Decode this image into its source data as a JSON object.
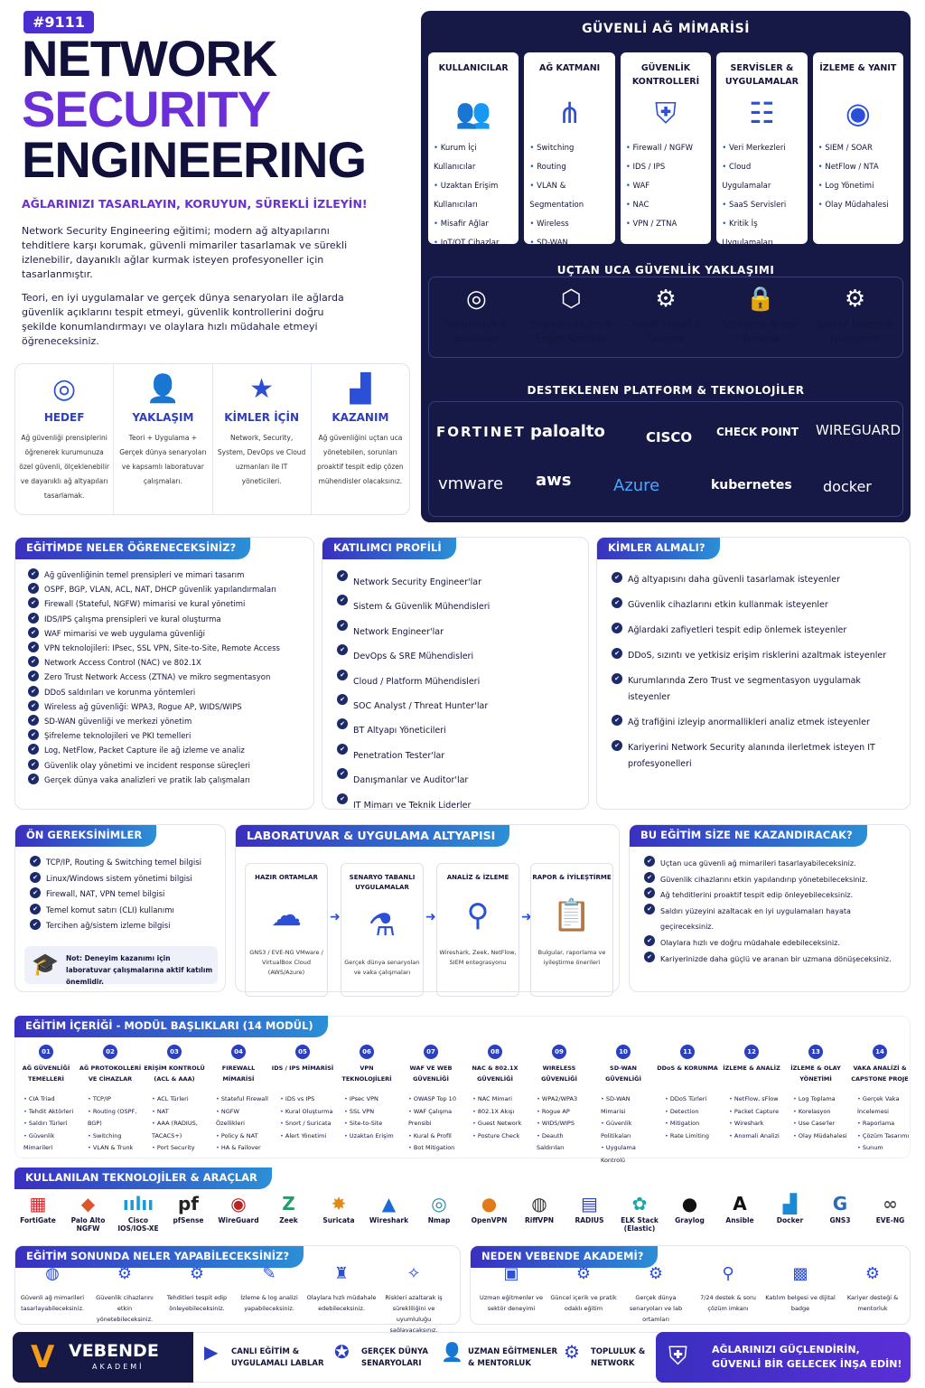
{
  "badge": "#9111",
  "title": {
    "l1": "NETWORK",
    "l2": "SECURITY",
    "l3": "ENGINEERING"
  },
  "tagline": "AĞLARINIZI TASARLAYIN, KORUYUN, SÜREKLİ İZLEYİN!",
  "intro1": "Network Security Engineering eğitimi; modern ağ altyapılarını tehditlere karşı korumak, güvenli mimariler tasarlamak ve sürekli izlenebilir, dayanıklı ağlar kurmak isteyen profesyoneller için tasarlanmıştır.",
  "intro2": "Teori, en iyi uygulamalar ve gerçek dünya senaryoları ile ağlarda güvenlik açıklarını tespit etmeyi, güvenlik kontrollerini doğru şekilde konumlandırmayı ve olaylara hızlı müdahale etmeyi öğreneceksiniz.",
  "goals": [
    {
      "title": "HEDEF",
      "text": "Ağ güvenliği prensiplerini öğrenerek kurumunuza özel güvenli, ölçeklenebilir ve dayanıklı ağ altyapıları tasarlamak."
    },
    {
      "title": "YAKLAŞIM",
      "text": "Teori + Uygulama + Gerçek dünya senaryoları ve kapsamlı laboratuvar çalışmaları."
    },
    {
      "title": "KİMLER İÇİN",
      "text": "Network, Security, System, DevOps ve Cloud uzmanları ile IT yöneticileri."
    },
    {
      "title": "KAZANIM",
      "text": "Ağ güvenliğini uçtan uca yönetebilen, sorunları proaktif tespit edip çözen mühendisler olacaksınız."
    }
  ],
  "arch": {
    "title": "GÜVENLİ AĞ MİMARİSİ",
    "cols": [
      {
        "title": "KULLANICILAR",
        "items": [
          "Kurum İçi Kullanıcılar",
          "Uzaktan Erişim Kullanıcıları",
          "Misafir Ağlar",
          "IoT/OT Cihazlar"
        ]
      },
      {
        "title": "AĞ KATMANI",
        "items": [
          "Switching",
          "Routing",
          "VLAN & Segmentation",
          "Wireless",
          "SD-WAN"
        ]
      },
      {
        "title": "GÜVENLİK KONTROLLERİ",
        "items": [
          "Firewall / NGFW",
          "IDS / IPS",
          "WAF",
          "NAC",
          "VPN / ZTNA"
        ]
      },
      {
        "title": "SERVİSLER & UYGULAMALAR",
        "items": [
          "Veri Merkezleri",
          "Cloud Uygulamalar",
          "SaaS Servisleri",
          "Kritik İş Uygulamaları"
        ]
      },
      {
        "title": "İZLEME & YANIT",
        "items": [
          "SIEM / SOAR",
          "NetFlow / NTA",
          "Log Yönetimi",
          "Olay Müdahalesi"
        ]
      }
    ]
  },
  "e2e": {
    "title": "UÇTAN UCA GÜVENLİK YAKLAŞIMI",
    "items": [
      "Görünürlük & Envanter",
      "Segmentasyon & Erişim Kontrolü",
      "Tehdit Tespiti & Önleme",
      "Şifreleme & Veri Koruma",
      "Sürekli İzleme & İyileştirme"
    ]
  },
  "platforms": {
    "title": "DESTEKLENEN PLATFORM & TEKNOLOJİLER",
    "logos": [
      "FORTINET",
      "paloalto",
      "CISCO",
      "CHECK POINT",
      "WIREGUARD",
      "vmware",
      "aws",
      "Azure",
      "kubernetes",
      "docker"
    ]
  },
  "learn": {
    "title": "EĞİTİMDE NELER ÖĞRENECEKSİNİZ?",
    "items": [
      "Ağ güvenliğinin temel prensipleri ve mimari tasarım",
      "OSPF, BGP, VLAN, ACL, NAT, DHCP güvenlik yapılandırmaları",
      "Firewall (Stateful, NGFW) mimarisi ve kural yönetimi",
      "IDS/IPS çalışma prensipleri ve kural oluşturma",
      "WAF mimarisi ve web uygulama güvenliği",
      "VPN teknolojileri: IPsec, SSL VPN, Site-to-Site, Remote Access",
      "Network Access Control (NAC) ve 802.1X",
      "Zero Trust Network Access (ZTNA) ve mikro segmentasyon",
      "DDoS saldırıları ve korunma yöntemleri",
      "Wireless ağ güvenliği: WPA3, Rogue AP, WIDS/WIPS",
      "SD-WAN güvenliği ve merkezi yönetim",
      "Şifreleme teknolojileri ve PKI temelleri",
      "Log, NetFlow, Packet Capture ile ağ izleme ve analiz",
      "Güvenlik olay yönetimi ve incident response süreçleri",
      "Gerçek dünya vaka analizleri ve pratik lab çalışmaları"
    ]
  },
  "profile": {
    "title": "KATILIMCI PROFİLİ",
    "items": [
      "Network Security Engineer'lar",
      "Sistem & Güvenlik Mühendisleri",
      "Network Engineer'lar",
      "DevOps & SRE Mühendisleri",
      "Cloud / Platform Mühendisleri",
      "SOC Analyst / Threat Hunter'lar",
      "BT Altyapı Yöneticileri",
      "Penetration Tester'lar",
      "Danışmanlar ve Auditor'lar",
      "IT Mimarı ve Teknik Liderler"
    ]
  },
  "who": {
    "title": "KİMLER ALMALI?",
    "items": [
      "Ağ altyapısını daha güvenli tasarlamak isteyenler",
      "Güvenlik cihazlarını etkin kullanmak isteyenler",
      "Ağlardaki zafiyetleri tespit edip önlemek isteyenler",
      "DDoS, sızıntı ve yetkisiz erişim risklerini azaltmak isteyenler",
      "Kurumlarında Zero Trust ve segmentasyon uygulamak isteyenler",
      "Ağ trafiğini izleyip anormallikleri analiz etmek isteyenler",
      "Kariyerini Network Security alanında ilerletmek isteyen IT profesyonelleri"
    ]
  },
  "prereq": {
    "title": "ÖN GEREKSİNİMLER",
    "items": [
      "TCP/IP, Routing & Switching temel bilgisi",
      "Linux/Windows sistem yönetimi bilgisi",
      "Firewall, NAT, VPN temel bilgisi",
      "Temel komut satırı (CLI) kullanımı",
      "Tercihen ağ/sistem izleme bilgisi"
    ],
    "note": "Not: Deneyim kazanımı için laboratuvar çalışmalarına aktif katılım önemlidir."
  },
  "lab": {
    "title": "LABORATUVAR & UYGULAMA ALTYAPISI",
    "steps": [
      {
        "title": "HAZIR ORTAMLAR",
        "text": "GNS3 / EVE-NG VMware / VirtualBox Cloud (AWS/Azure)"
      },
      {
        "title": "SENARYO TABANLI UYGULAMALAR",
        "text": "Gerçek dünya senaryoları ve vaka çalışmaları"
      },
      {
        "title": "ANALİZ & İZLEME",
        "text": "Wireshark, Zeek, NetFlow, SIEM entegrasyonu"
      },
      {
        "title": "RAPOR & İYİLEŞTİRME",
        "text": "Bulgular, raporlama ve iyileştirme önerileri"
      }
    ]
  },
  "gain": {
    "title": "BU EĞİTİM SİZE NE KAZANDIRACAK?",
    "items": [
      "Uçtan uca güvenli ağ mimarileri tasarlayabileceksiniz.",
      "Güvenlik cihazlarını etkin yapılandırıp yönetebileceksiniz.",
      "Ağ tehditlerini proaktif tespit edip önleyebileceksiniz.",
      "Saldırı yüzeyini azaltacak en iyi uygulamaları hayata geçireceksiniz.",
      "Olaylara hızlı ve doğru müdahale edebileceksiniz.",
      "Kariyerinizde daha güçlü ve aranan bir uzmana dönüşeceksiniz."
    ]
  },
  "modules": {
    "title": "EĞİTİM İÇERİĞİ - MODÜL BAŞLIKLARI (14 MODÜL)",
    "items": [
      {
        "n": "01",
        "title": "AĞ GÜVENLİĞİ TEMELLERİ",
        "items": [
          "CIA Triad",
          "Tehdit Aktörleri",
          "Saldırı Türleri",
          "Güvenlik Mimarileri"
        ]
      },
      {
        "n": "02",
        "title": "AĞ PROTOKOLLERİ VE CİHAZLAR",
        "items": [
          "TCP/IP",
          "Routing (OSPF, BGP)",
          "Switching",
          "VLAN & Trunk"
        ]
      },
      {
        "n": "03",
        "title": "ERİŞİM KONTROLÜ (ACL & AAA)",
        "items": [
          "ACL Türleri",
          "NAT",
          "AAA (RADIUS, TACACS+)",
          "Port Security"
        ]
      },
      {
        "n": "04",
        "title": "FIREWALL MİMARİSİ",
        "items": [
          "Stateful Firewall",
          "NGFW Özellikleri",
          "Policy & NAT",
          "HA & Failover"
        ]
      },
      {
        "n": "05",
        "title": "IDS / IPS MİMARİSİ",
        "items": [
          "IDS vs IPS",
          "Kural Oluşturma",
          "Snort / Suricata",
          "Alert Yönetimi"
        ]
      },
      {
        "n": "06",
        "title": "VPN TEKNOLOJİLERİ",
        "items": [
          "IPsec VPN",
          "SSL VPN",
          "Site-to-Site",
          "Uzaktan Erişim"
        ]
      },
      {
        "n": "07",
        "title": "WAF VE WEB GÜVENLİĞİ",
        "items": [
          "OWASP Top 10",
          "WAF Çalışma Prensibi",
          "Kural & Profil",
          "Bot Mitigation"
        ]
      },
      {
        "n": "08",
        "title": "NAC & 802.1X GÜVENLİĞİ",
        "items": [
          "NAC Mimari",
          "802.1X Akışı",
          "Guest Network",
          "Posture Check"
        ]
      },
      {
        "n": "09",
        "title": "WIRELESS GÜVENLİĞİ",
        "items": [
          "WPA2/WPA3",
          "Rogue AP",
          "WIDS/WIPS",
          "Deauth Saldırıları"
        ]
      },
      {
        "n": "10",
        "title": "SD-WAN GÜVENLİĞİ",
        "items": [
          "SD-WAN Mimarisi",
          "Güvenlik Politikaları",
          "Uygulama Kontrolü"
        ]
      },
      {
        "n": "11",
        "title": "DDoS & KORUNMA",
        "items": [
          "DDoS Türleri",
          "Detection",
          "Mitigation",
          "Rate Limiting"
        ]
      },
      {
        "n": "12",
        "title": "İZLEME & ANALİZ",
        "items": [
          "NetFlow, sFlow",
          "Packet Capture",
          "Wireshark",
          "Anomali Analizi"
        ]
      },
      {
        "n": "13",
        "title": "İZLEME & OLAY YÖNETİMİ",
        "items": [
          "Log Toplama",
          "Korelasyon",
          "Use Case'ler",
          "Olay Müdahalesi"
        ]
      },
      {
        "n": "14",
        "title": "VAKA ANALİZİ & CAPSTONE PROJE",
        "items": [
          "Gerçek Vaka İncelemesi",
          "Raporlama",
          "Çözüm Tasarımı",
          "Sunum"
        ]
      }
    ]
  },
  "tools": {
    "title": "KULLANILAN TEKNOLOJİLER & ARAÇLAR",
    "items": [
      {
        "name": "FortiGate",
        "icon": "▦",
        "color": "#e0242a"
      },
      {
        "name": "Palo Alto NGFW",
        "icon": "◆",
        "color": "#e0542a"
      },
      {
        "name": "Cisco IOS/IOS-XE",
        "icon": "ıılıı",
        "color": "#1b9ad6"
      },
      {
        "name": "pfSense",
        "icon": "pf",
        "color": "#222"
      },
      {
        "name": "WireGuard",
        "icon": "◉",
        "color": "#b22"
      },
      {
        "name": "Zeek",
        "icon": "Z",
        "color": "#2a9a6a"
      },
      {
        "name": "Suricata",
        "icon": "✸",
        "color": "#e08a1a"
      },
      {
        "name": "Wireshark",
        "icon": "▲",
        "color": "#1b6ad6"
      },
      {
        "name": "Nmap",
        "icon": "◎",
        "color": "#2a8aa6"
      },
      {
        "name": "OpenVPN",
        "icon": "●",
        "color": "#e07a1a"
      },
      {
        "name": "RiffVPN",
        "icon": "◍",
        "color": "#333"
      },
      {
        "name": "RADIUS",
        "icon": "▤",
        "color": "#2b3fbf"
      },
      {
        "name": "ELK Stack (Elastic)",
        "icon": "✿",
        "color": "#1aa6a6"
      },
      {
        "name": "Graylog",
        "icon": "●",
        "color": "#111"
      },
      {
        "name": "Ansible",
        "icon": "A",
        "color": "#111"
      },
      {
        "name": "Docker",
        "icon": "▟",
        "color": "#1b8ad6"
      },
      {
        "name": "GNS3",
        "icon": "G",
        "color": "#2a6ab6"
      },
      {
        "name": "EVE-NG",
        "icon": "∞",
        "color": "#555"
      }
    ]
  },
  "results": {
    "title": "EĞİTİM SONUNDA NELER YAPABİLECEKSİNİZ?",
    "items": [
      "Güvenli ağ mimarileri tasarlayabileceksiniz.",
      "Güvenlik cihazlarını etkin yönetebileceksiniz.",
      "Tehditleri tespit edip önleyebileceksiniz.",
      "İzleme & log analizi yapabileceksiniz.",
      "Olaylara hızlı müdahale edebileceksiniz.",
      "Riskleri azaltarak iş sürekliliğini ve uyumluluğu sağlayacaksınız."
    ]
  },
  "why": {
    "title": "NEDEN VEBENDE AKADEMİ?",
    "items": [
      "Uzman eğitmenler ve sektör deneyimi",
      "Güncel içerik ve pratik odaklı eğitim",
      "Gerçek dünya senaryoları ve lab ortamları",
      "7/24 destek & soru çözüm imkanı",
      "Katılım belgesi ve dijital badge",
      "Kariyer desteği & mentorluk"
    ]
  },
  "footer": {
    "brand": "VEBENDE",
    "brand_sub": "AKADEMİ",
    "items": [
      "CANLI EĞİTİM & UYGULAMALI LABLAR",
      "GERÇEK DÜNYA SENARYOLARI",
      "UZMAN EĞİTMENLER & MENTORLUK",
      "TOPLULUK & NETWORK"
    ],
    "cta": "AĞLARINIZI GÜÇLENDİRİN, GÜVENLİ BİR GELECEK İNŞA EDİN!"
  }
}
